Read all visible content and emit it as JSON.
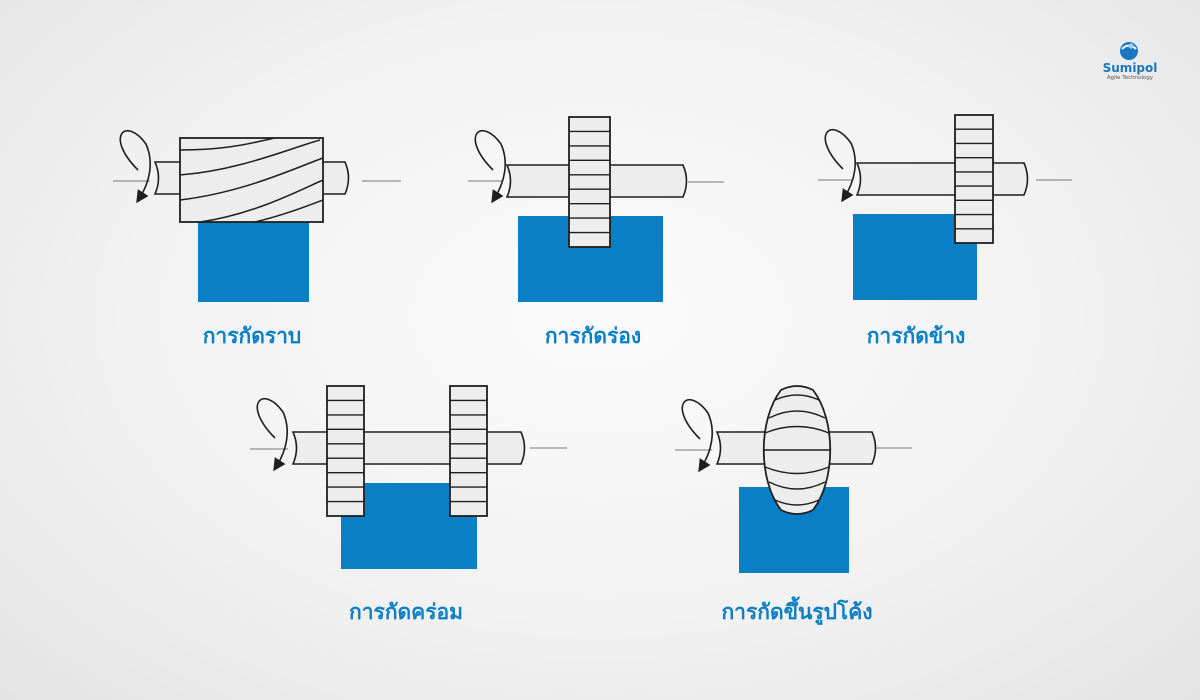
{
  "brand": {
    "name": "Sumipol",
    "tagline": "Agile Technology",
    "color": "#1a76bf"
  },
  "colors": {
    "workpiece": "#0a7fc6",
    "caption": "#0a7fc6",
    "cutter_fill": "#ededed",
    "outline": "#1f1f1f"
  },
  "operations": [
    {
      "id": "plain",
      "label": "การกัดราบ",
      "cutter": "helical-slab"
    },
    {
      "id": "slot",
      "label": "การกัดร่อง",
      "cutter": "disc-center"
    },
    {
      "id": "side",
      "label": "การกัดข้าง",
      "cutter": "disc-side"
    },
    {
      "id": "straddle",
      "label": "การกัดคร่อม",
      "cutter": "two-discs"
    },
    {
      "id": "form",
      "label": "การกัดขึ้นรูปโค้ง",
      "cutter": "convex-form"
    }
  ]
}
